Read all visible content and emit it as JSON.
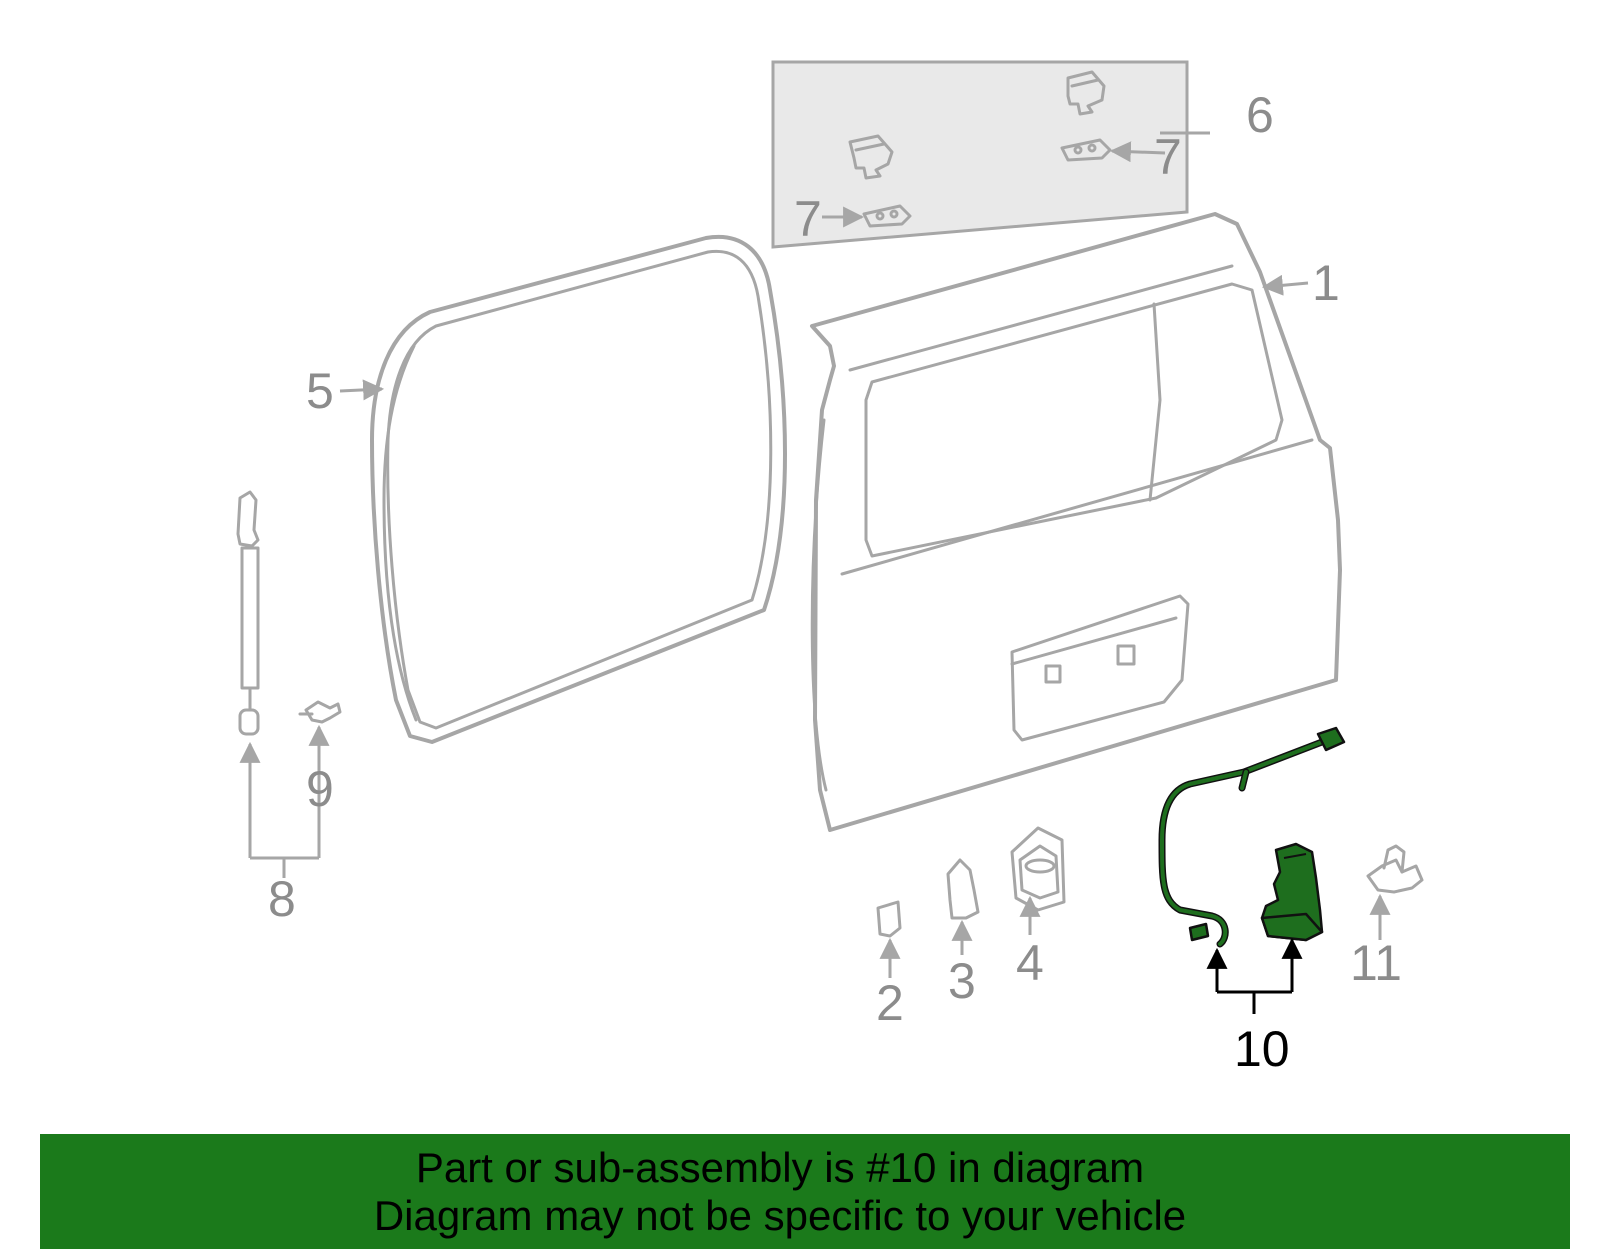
{
  "callouts": {
    "c1": "1",
    "c2": "2",
    "c3": "3",
    "c4": "4",
    "c5": "5",
    "c6": "6",
    "c7a": "7",
    "c7b": "7",
    "c8": "8",
    "c9": "9",
    "c10": "10",
    "c11": "11"
  },
  "highlight_part": "10",
  "colors": {
    "highlight": "#1e6e1e",
    "banner": "#1b7a1b",
    "parts": "#a6a6a6"
  },
  "banner": {
    "line1": "Part or sub-assembly is #10 in diagram",
    "line2": "Diagram may not be specific to your vehicle"
  }
}
